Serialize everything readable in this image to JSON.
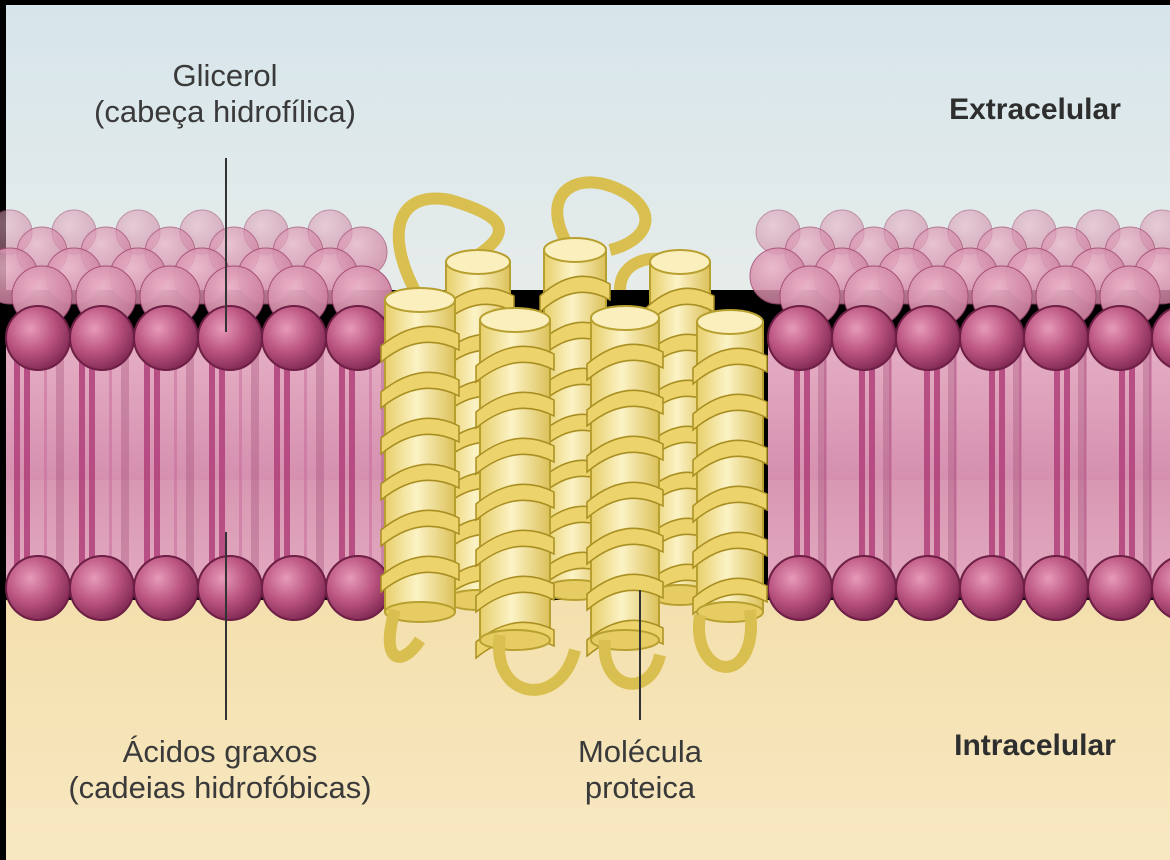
{
  "diagram": {
    "labels": {
      "glycerol_line1": "Glicerol",
      "glycerol_line2": "(cabeça hidrofílica)",
      "fatty_acids_line1": "Ácidos graxos",
      "fatty_acids_line2": "(cadeias hidrofóbicas)",
      "protein_line1": "Molécula",
      "protein_line2": "proteica",
      "extracellular": "Extracelular",
      "intracellular": "Intracelular"
    },
    "colors": {
      "extracellular_bg": "#dde8ec",
      "intracellular_bg": "#f6e4b4",
      "phospholipid_head": "#b6527c",
      "fatty_acid_tail": "#b8477e",
      "protein": "#eedc8a",
      "protein_outline": "#b8a030"
    }
  }
}
